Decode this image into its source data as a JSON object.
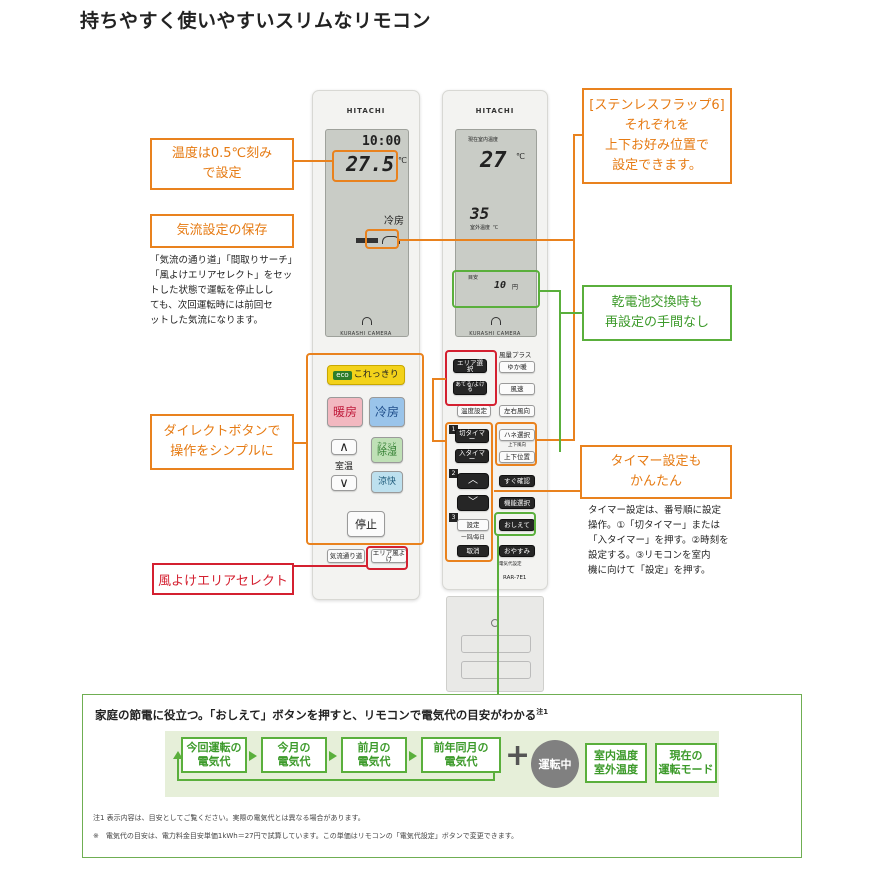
{
  "page": {
    "title": "持ちやすく使いやすいスリムなリモコン"
  },
  "remote_left": {
    "brand": "HITACHI",
    "lcd_time": "10:00",
    "lcd_temp": "27.5",
    "lcd_unit": "℃",
    "lcd_mode": "冷房",
    "logo": "KURASHI CAMERA",
    "buttons": {
      "eco_badge": "eco",
      "eco": "これっきり",
      "heat": "暖房",
      "cool": "冷房",
      "up": "∧",
      "temp": "室温",
      "down": "∨",
      "karatto": "カラッと",
      "dehumid": "除湿",
      "ryokai": "涼快",
      "stop": "停止",
      "kiryu": "気流通り道",
      "area": "エリア風よけ"
    }
  },
  "remote_right": {
    "brand": "HITACHI",
    "lcd_label": "現在室内温度",
    "lcd_temp": "27",
    "lcd_unit": "℃",
    "lcd_out_temp": "35",
    "lcd_out_label": "室外温度 ℃",
    "lcd_yen_label": "目安",
    "lcd_yen": "10",
    "lcd_yen_unit": "円",
    "logo": "KURASHI CAMERA",
    "buttons": {
      "area_select": "エリア選択",
      "ate": "あてる/よける",
      "fufu_plus": "風量プラス",
      "yuka": "ゆか暖",
      "fuso": "風速",
      "ondo": "温度設定",
      "sayu": "左右風向",
      "kiri": "切タイマー",
      "iri": "入タイマー",
      "hane": "ハネ選択",
      "joge_label": "上下風向",
      "joge": "上下位置",
      "up": "︿",
      "down": "﹀",
      "sugu": "すぐ確認",
      "kino": "機能選択",
      "settei": "設定",
      "mainichi": "一回/毎日",
      "torikeshi": "取消",
      "oshiete": "おしえて",
      "oyasumi": "おやすみ",
      "denki_label": "電気代設定",
      "model": "RAR-7E1",
      "n1": "1",
      "n2": "2",
      "n3": "3"
    }
  },
  "callouts": {
    "temp_box": [
      "温度は0.5℃刻み",
      "で設定"
    ],
    "airflow_box": "気流設定の保存",
    "airflow_desc": [
      "「気流の通り道」「間取りサーチ」",
      "「風よけエリアセレクト」をセッ",
      "トした状態で運転を停止しし",
      "ても、次回運転時には前回セ",
      "ットした気流になります。"
    ],
    "direct_box": [
      "ダイレクトボタンで",
      "操作をシンプルに"
    ],
    "wind_area_box": "風よけエリアセレクト",
    "stainless_box": [
      "[ステンレスフラップ6]",
      "それぞれを",
      "上下お好み位置で",
      "設定できます。"
    ],
    "battery_box": [
      "乾電池交換時も",
      "再設定の手間なし"
    ],
    "timer_box": [
      "タイマー設定も",
      "かんたん"
    ],
    "timer_desc": [
      "タイマー設定は、番号順に設定",
      "操作。①「切タイマー」または",
      "「入タイマー」を押す。②時刻を",
      "設定する。③リモコンを室内",
      "機に向けて「設定」を押す。"
    ]
  },
  "bottom_panel": {
    "title": "家庭の節電に役立つ。「おしえて」ボタンを押すと、リモコンで電気代の目安がわかる",
    "title_note": "注1",
    "flow": [
      [
        "今回運転の",
        "電気代"
      ],
      [
        "今月の",
        "電気代"
      ],
      [
        "前月の",
        "電気代"
      ],
      [
        "前年同月の",
        "電気代"
      ]
    ],
    "plus": "+",
    "running": "運転中",
    "indoor_outdoor": [
      "室内温度",
      "室外温度"
    ],
    "current_mode": [
      "現在の",
      "運転モード"
    ],
    "note1": "注1 表示内容は、目安としてご覧ください。実際の電気代とは異なる場合があります。",
    "note2": "※　電気代の目安は、電力料金目安単価1kWh＝27円で試算しています。この単価はリモコンの「電気代設定」ボタンで変更できます。"
  },
  "colors": {
    "orange": "#e9821e",
    "green": "#5aaf3c",
    "red": "#d42030",
    "panel_bg": "#e6efd9",
    "circle": "#808080",
    "eco_yellow": "#f3d21a",
    "heat_pink": "#f2b8c0",
    "cool_blue": "#9ac4ea",
    "dehumid_green": "#bfe0b6",
    "ryokai_blue": "#bde0ee"
  }
}
